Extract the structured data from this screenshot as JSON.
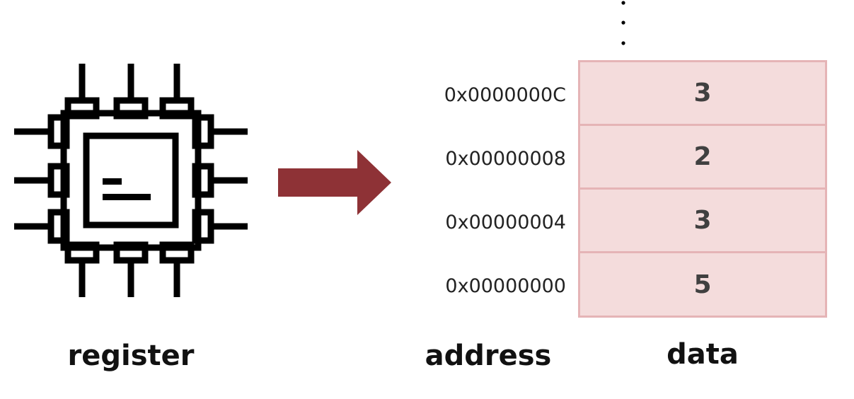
{
  "labels": {
    "register": "register",
    "address": "address",
    "data": "data"
  },
  "memory": [
    {
      "address": "0x0000000C",
      "value": "3"
    },
    {
      "address": "0x00000008",
      "value": "2"
    },
    {
      "address": "0x00000004",
      "value": "3"
    },
    {
      "address": "0x00000000",
      "value": "5"
    }
  ],
  "colors": {
    "cell_fill": "#f4dcdc",
    "cell_border": "#e5b4b6",
    "arrow": "#8e3236",
    "chip": "#000000"
  },
  "icons": {
    "register": "cpu-chip-icon",
    "arrow": "right-arrow-icon",
    "continuation": "vertical-ellipsis-icon"
  }
}
